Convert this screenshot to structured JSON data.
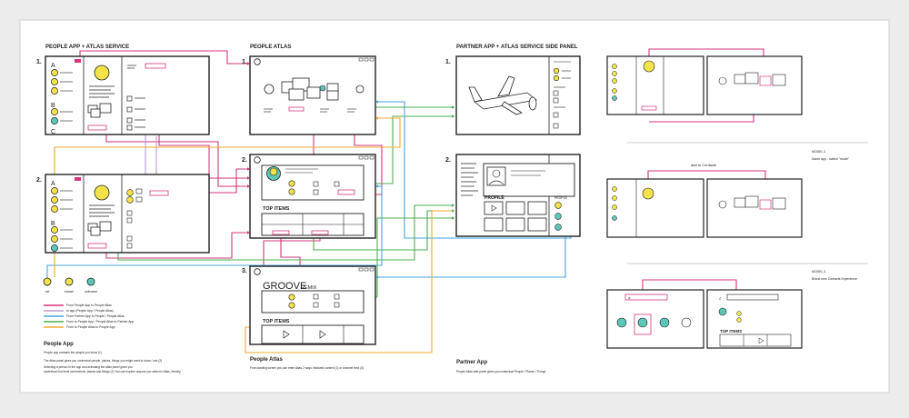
{
  "sections": {
    "people_app": "PEOPLE APP + ATLAS SERVICE",
    "people_atlas": "PEOPLE ATLAS",
    "partner_app": "PARTNER APP + ATLAS SERVICE SIDE PANEL"
  },
  "step_labels": [
    "1.",
    "2.",
    "3."
  ],
  "alpha": [
    "A",
    "B",
    "C"
  ],
  "labels": {
    "top_items": "TOP ITEMS",
    "profile": "PROFILE",
    "people": "PEOPLE",
    "groove": "GROOVE",
    "remix": "REMIX",
    "add_to_contacts": "add to Contacts"
  },
  "legend": {
    "icons": [
      "me",
      "known",
      "unknown"
    ],
    "lines": [
      {
        "color": "#d6357f",
        "text": "From People App to People Atlas"
      },
      {
        "color": "#b89ad0",
        "text": "In app (People App / People Atlas)"
      },
      {
        "color": "#4aa3df",
        "text": "From Partner App to People / People Atlas"
      },
      {
        "color": "#4caf50",
        "text": "From  to People App / People Atlas to Partner App"
      },
      {
        "color": "#f0a830",
        "text": "From  to People Atlas to People App"
      }
    ]
  },
  "descriptions": {
    "people_app": {
      "title": "People App",
      "lines": [
        "People app contains the people you know (1)",
        "The Atlas panel gives you contextual people, places, things you might want to know / use (2)",
        "Selecting a person in the app and activating the atlas panel gives you",
        "contextual 2nd level connections, places and things (2) You can explore anyone you select in Atlas, directly"
      ]
    },
    "people_atlas": {
      "title": "People Atlas",
      "lines": [
        "From landing screen you can enter Atlas 2 ways: featured content (1) or channel feed (3)"
      ]
    },
    "partner_app": {
      "title": "Partner App",
      "lines": [
        "People Atlas side panel gives you contextual People / Places / Things"
      ]
    }
  },
  "models": {
    "model2": {
      "title": "MODEL 2",
      "subtitle": "Same app - switch \"mode\""
    },
    "model3": {
      "title": "MODEL 3",
      "subtitle": "Brand new Contacts Experience"
    }
  },
  "colors": {
    "pink": "#d6357f",
    "lavender": "#b89ad0",
    "blue": "#4aa3df",
    "green": "#4caf50",
    "orange": "#f0a830",
    "yellow": "#f3e24a",
    "teal": "#5cc7b8"
  }
}
